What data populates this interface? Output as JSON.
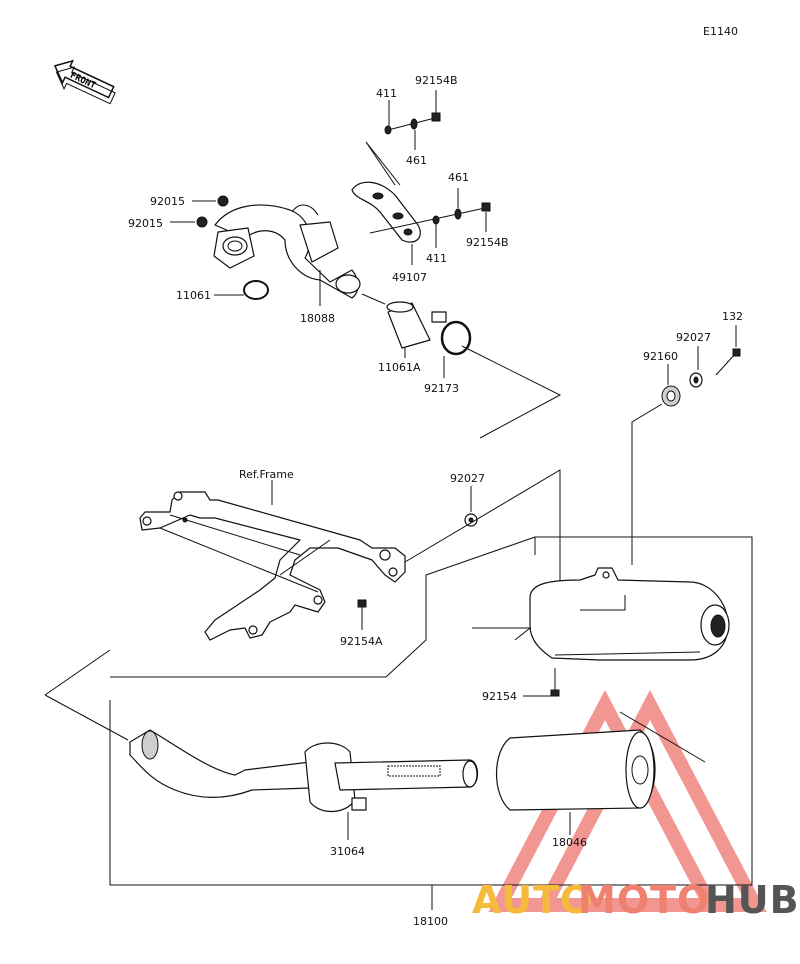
{
  "diagram_code": "E1140",
  "front_label": "FRONT",
  "frame_ref": "Ref.Frame",
  "parts": {
    "p92154B_top": "92154B",
    "p411_top": "411",
    "p461_top": "461",
    "p461_mid": "461",
    "p411_mid": "411",
    "p92154B_mid": "92154B",
    "p49107": "49107",
    "p92015_a": "92015",
    "p92015_b": "92015",
    "p11061": "11061",
    "p18088": "18088",
    "p11061A": "11061A",
    "p92173": "92173",
    "p132": "132",
    "p92027_top": "92027",
    "p92160": "92160",
    "p92027_mid": "92027",
    "p92154A": "92154A",
    "p92154": "92154",
    "p31064": "31064",
    "p18046": "18046",
    "p18100": "18100"
  },
  "watermark": {
    "auto": "AUTO",
    "moto": "MOTO",
    "hub": "HUB",
    "colors": {
      "auto": "#f5b93c",
      "moto": "#f08070",
      "hub": "#555555",
      "triangle": "#e8423a"
    }
  }
}
